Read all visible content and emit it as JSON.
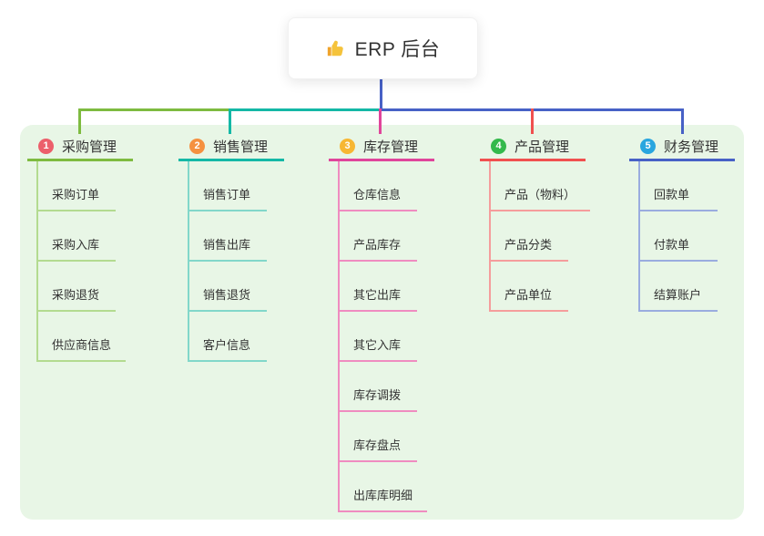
{
  "root": {
    "title": "ERP 后台",
    "icon": "thumbs-up"
  },
  "colors": {
    "root_line": "#4761c6",
    "panel_bg": "#e8f6e6"
  },
  "branches": [
    {
      "num": "1",
      "label": "采购管理",
      "color": "#7ebb40",
      "tint": "#b3db90",
      "badge": "#ec5f6b",
      "children": [
        "采购订单",
        "采购入库",
        "采购退货",
        "供应商信息"
      ]
    },
    {
      "num": "2",
      "label": "销售管理",
      "color": "#14b8a6",
      "tint": "#82d7ca",
      "badge": "#f59140",
      "children": [
        "销售订单",
        "销售出库",
        "销售退货",
        "客户信息"
      ]
    },
    {
      "num": "3",
      "label": "库存管理",
      "color": "#e0459b",
      "tint": "#ef8cc0",
      "badge": "#f7b733",
      "children": [
        "仓库信息",
        "产品库存",
        "其它出库",
        "其它入库",
        "库存调拨",
        "库存盘点",
        "出库库明细"
      ]
    },
    {
      "num": "4",
      "label": "产品管理",
      "color": "#f0504f",
      "tint": "#f59d9c",
      "badge": "#34b94c",
      "children": [
        "产品（物料）",
        "产品分类",
        "产品单位"
      ]
    },
    {
      "num": "5",
      "label": "财务管理",
      "color": "#4761c6",
      "tint": "#9aacdf",
      "badge": "#29a6df",
      "children": [
        "回款单",
        "付款单",
        "结算账户"
      ]
    }
  ]
}
